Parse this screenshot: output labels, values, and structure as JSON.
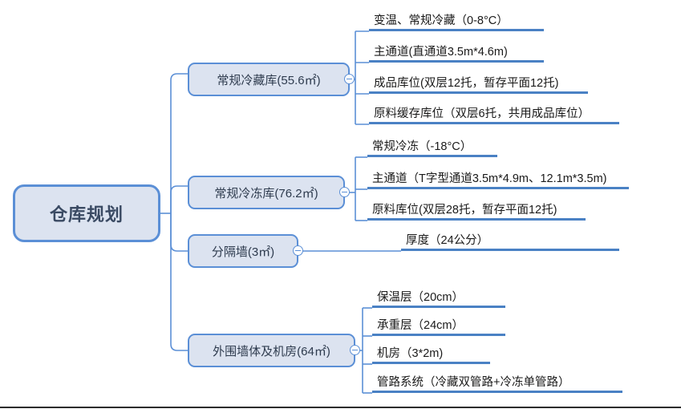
{
  "root": {
    "label": "仓库规划"
  },
  "icons": {
    "collapse": "minus-circle-icon"
  },
  "colors": {
    "node_border": "#5B8FD6",
    "node_fill": "#DCE3F0",
    "leaf_bar": "#4A81C4",
    "connector": "#5B8FD6",
    "root_text": "#3A4A63",
    "leaf_text": "#1A1A1A",
    "footer_rule": "#2B2B2B"
  },
  "branches": [
    {
      "label": "常规冷藏库(55.6㎡)",
      "leaves": [
        {
          "label": "变温、常规冷藏（0-8°C）"
        },
        {
          "label": "主通道(直通道3.5m*4.6m)"
        },
        {
          "label": "成品库位(双层12托，暂存平面12托)"
        },
        {
          "label": "原料缓存库位（双层6托，共用成品库位）"
        }
      ]
    },
    {
      "label": "常规冷冻库(76.2㎡)",
      "leaves": [
        {
          "label": "常规冷冻（-18°C）"
        },
        {
          "label": "主通道（T字型通道3.5m*4.9m、12.1m*3.5m)"
        },
        {
          "label": "原料库位(双层28托，暂存平面12托)"
        }
      ]
    },
    {
      "label": "分隔墙(3㎡)",
      "leaves": [
        {
          "label": "厚度（24公分）"
        }
      ]
    },
    {
      "label": "外围墙体及机房(64㎡)",
      "leaves": [
        {
          "label": "保温层（20cm）"
        },
        {
          "label": "承重层（24cm）"
        },
        {
          "label": "机房（3*2m)"
        },
        {
          "label": "管路系统（冷藏双管路+冷冻单管路）"
        }
      ]
    }
  ]
}
